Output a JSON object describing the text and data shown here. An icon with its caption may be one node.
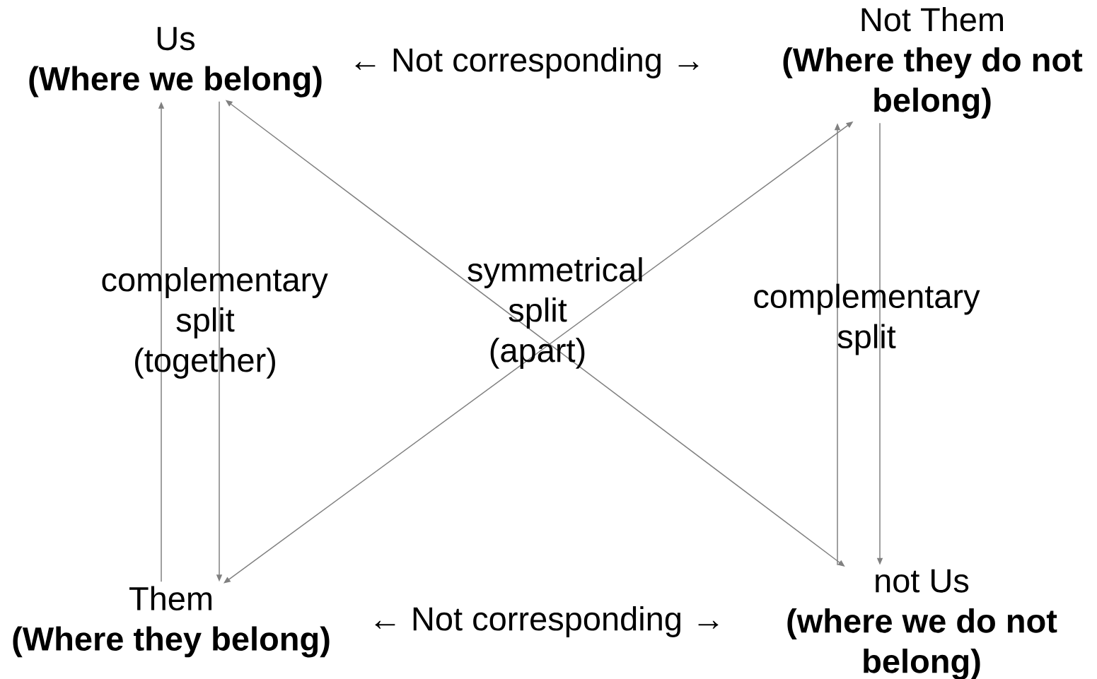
{
  "diagram": {
    "nodes": [
      {
        "text": [
          "Us",
          "(Where we belong)"
        ]
      },
      {
        "text": [
          "Not Them",
          "(Where they do not belong)"
        ]
      },
      {
        "text": [
          "Them",
          "(Where they belong)"
        ]
      },
      {
        "text": [
          "not Us",
          "(where we do not belong)"
        ]
      }
    ],
    "edges": [
      {
        "from": 2,
        "to": 0,
        "arrow": "to"
      },
      {
        "from": 0,
        "to": 2,
        "arrow": "to"
      },
      {
        "from": 3,
        "to": 1,
        "arrow": "to"
      },
      {
        "from": 1,
        "to": 3,
        "arrow": "to"
      },
      {
        "from": 0,
        "to": 3,
        "arrow": "both"
      },
      {
        "from": 2,
        "to": 1,
        "arrow": "both"
      }
    ],
    "labels": [
      "← Not corresponding →",
      "complementary split (together)",
      "symmetrical split (apart)",
      "complementary split",
      "← Not corresponding →"
    ]
  }
}
